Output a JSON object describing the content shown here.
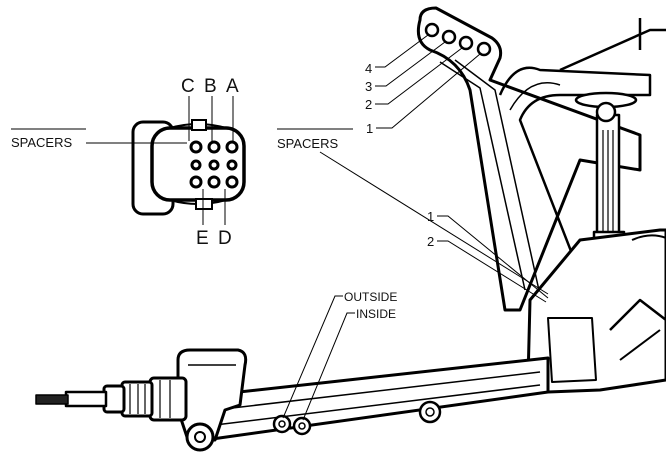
{
  "spacer_block": {
    "title": "SPACERS",
    "top_letters": [
      "C",
      "B",
      "A"
    ],
    "bottom_letters": [
      "E",
      "D"
    ]
  },
  "shock_tower": {
    "holes": [
      "4",
      "3",
      "2",
      "1"
    ]
  },
  "spacers_right": {
    "title": "SPACERS",
    "items": [
      "1",
      "2"
    ]
  },
  "arm_mount": {
    "outside": "OUTSIDE",
    "inside": "INSIDE"
  }
}
